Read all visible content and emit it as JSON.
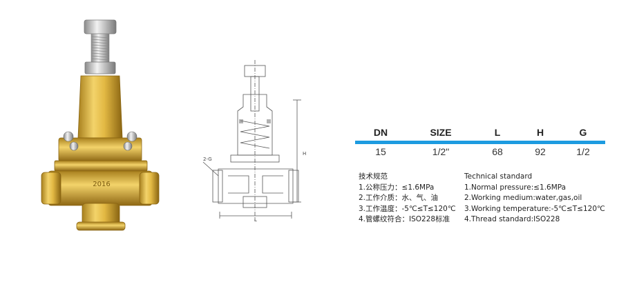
{
  "product": {
    "marking": "2016"
  },
  "drawing": {
    "dim_g": "2-G",
    "dim_h": "H",
    "dim_l": "L"
  },
  "spec_table": {
    "headers": [
      "DN",
      "SIZE",
      "L",
      "H",
      "G"
    ],
    "values": [
      "15",
      "1/2\"",
      "68",
      "92",
      "1/2"
    ],
    "accent_color": "#1d9be0"
  },
  "tech_cn": {
    "title": "技术规范",
    "lines": [
      "1.公称压力：≤1.6MPa",
      "2.工作介质：水、气、油",
      "3.工作温度：-5℃≤T≤120℃",
      "4.管螺纹符合：ISO228标准"
    ]
  },
  "tech_en": {
    "title": "Technical standard",
    "lines": [
      "1.Normal pressure:≤1.6MPa",
      "2.Working medium:water,gas,oil",
      "3.Working temperature:-5℃≤T≤120℃",
      "4.Thread standard:ISO228"
    ]
  }
}
